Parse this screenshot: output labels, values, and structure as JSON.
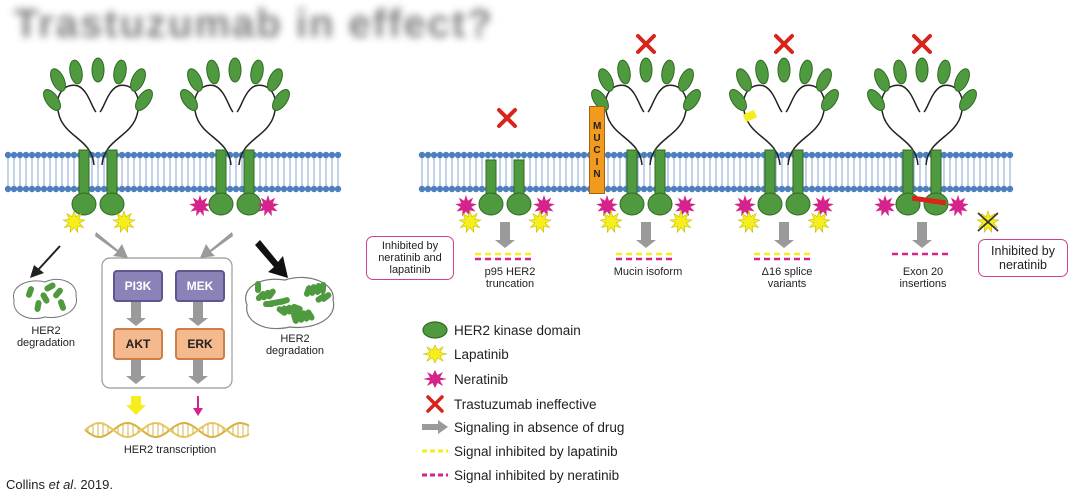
{
  "title_blurred": "Trastuzumab in effect?",
  "citation": {
    "authors": "Collins ",
    "etal": "et al",
    "year": ". 2019."
  },
  "left": {
    "degr_left": "HER2 degradation",
    "degr_right": "HER2 degradation",
    "transcription": "HER2 transcription",
    "pathway": {
      "pi3k": "PI3K",
      "akt": "AKT",
      "mek": "MEK",
      "erk": "ERK"
    }
  },
  "right": {
    "box_left": "Inhibited by neratinib and lapatinib",
    "box_right": "Inhibited by neratinib",
    "mucin": "MUCIN",
    "variants": [
      {
        "label": "p95 HER2 truncation"
      },
      {
        "label": "Mucin isoform"
      },
      {
        "label": "Δ16 splice variants"
      },
      {
        "label": "Exon 20 insertions"
      }
    ]
  },
  "legend": [
    {
      "icon": "green-ellipse",
      "text": "HER2 kinase domain"
    },
    {
      "icon": "yellow-star",
      "text": "Lapatinib"
    },
    {
      "icon": "magenta-star",
      "text": "Neratinib"
    },
    {
      "icon": "red-x",
      "text": "Trastuzumab ineffective"
    },
    {
      "icon": "gray-arrow",
      "text": "Signaling in absence of drug"
    },
    {
      "icon": "yellow-dash",
      "text": "Signal inhibited by lapatinib"
    },
    {
      "icon": "magenta-dash",
      "text": "Signal inhibited by neratinib"
    }
  ],
  "colors": {
    "receptor": "#4f9a3f",
    "receptor_dark": "#2f6a24",
    "membrane": "#4d7fbf",
    "lapatinib": "#f5ee1a",
    "neratinib": "#d4238a",
    "x_red": "#d9241c",
    "arrow_gray": "#9a9a9a",
    "kinase": "#8b83b8",
    "effector": "#f4b98d",
    "dna": "#d9b13c"
  }
}
